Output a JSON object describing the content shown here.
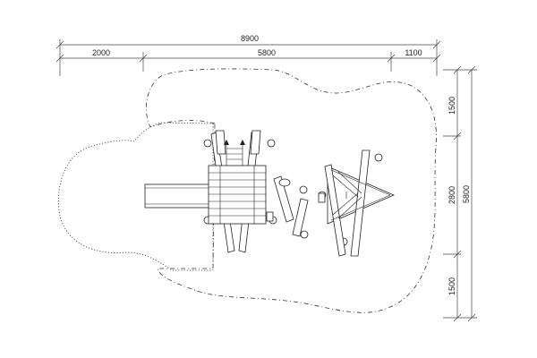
{
  "dimensions": {
    "top_total": "8900",
    "top_segments": [
      "2000",
      "5800",
      "1100"
    ],
    "right_total": "5800",
    "right_segments": [
      "1500",
      "2800",
      "1500"
    ]
  }
}
